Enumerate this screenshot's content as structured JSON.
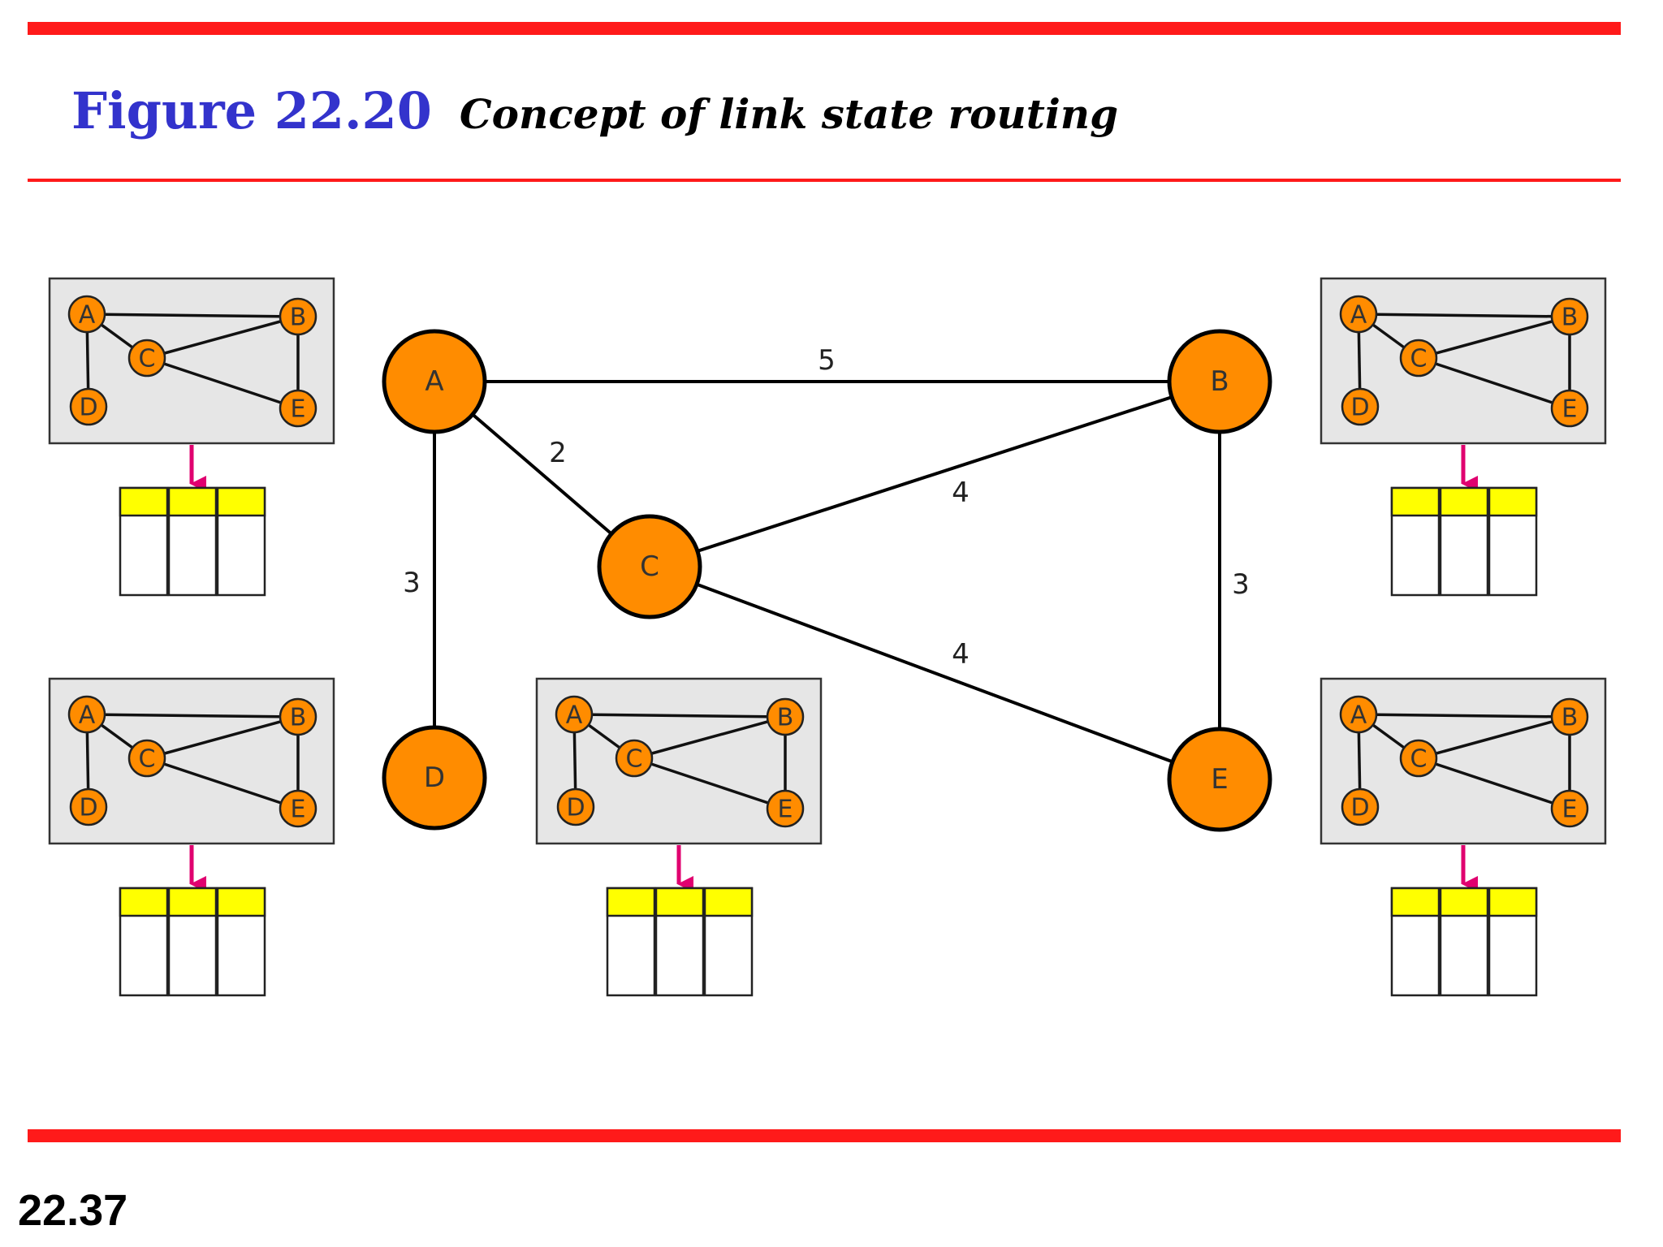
{
  "figure": {
    "label": "Figure 22.20",
    "caption": "Concept of link state routing"
  },
  "slide_number": "22.37",
  "colors": {
    "rule": "#ff1a1a",
    "figure_label": "#3333cc",
    "node_fill": "#ff8c00",
    "panel_fill": "#e6e6e6",
    "table_header": "#ffff00",
    "arrow": "#e0006f"
  },
  "network": {
    "nodes": [
      {
        "id": "A",
        "label": "A"
      },
      {
        "id": "B",
        "label": "B"
      },
      {
        "id": "C",
        "label": "C"
      },
      {
        "id": "D",
        "label": "D"
      },
      {
        "id": "E",
        "label": "E"
      }
    ],
    "links": [
      {
        "from": "A",
        "to": "B",
        "cost": "5"
      },
      {
        "from": "A",
        "to": "C",
        "cost": "2"
      },
      {
        "from": "A",
        "to": "D",
        "cost": "3"
      },
      {
        "from": "C",
        "to": "B",
        "cost": "4"
      },
      {
        "from": "B",
        "to": "E",
        "cost": "3"
      },
      {
        "from": "C",
        "to": "E",
        "cost": "4"
      }
    ]
  },
  "topology_view": {
    "nodes": [
      "A",
      "B",
      "C",
      "D",
      "E"
    ],
    "links": [
      [
        "A",
        "B"
      ],
      [
        "A",
        "C"
      ],
      [
        "A",
        "D"
      ],
      [
        "C",
        "B"
      ],
      [
        "B",
        "E"
      ],
      [
        "C",
        "E"
      ]
    ]
  },
  "routing_tables": {
    "column_count": 3
  }
}
